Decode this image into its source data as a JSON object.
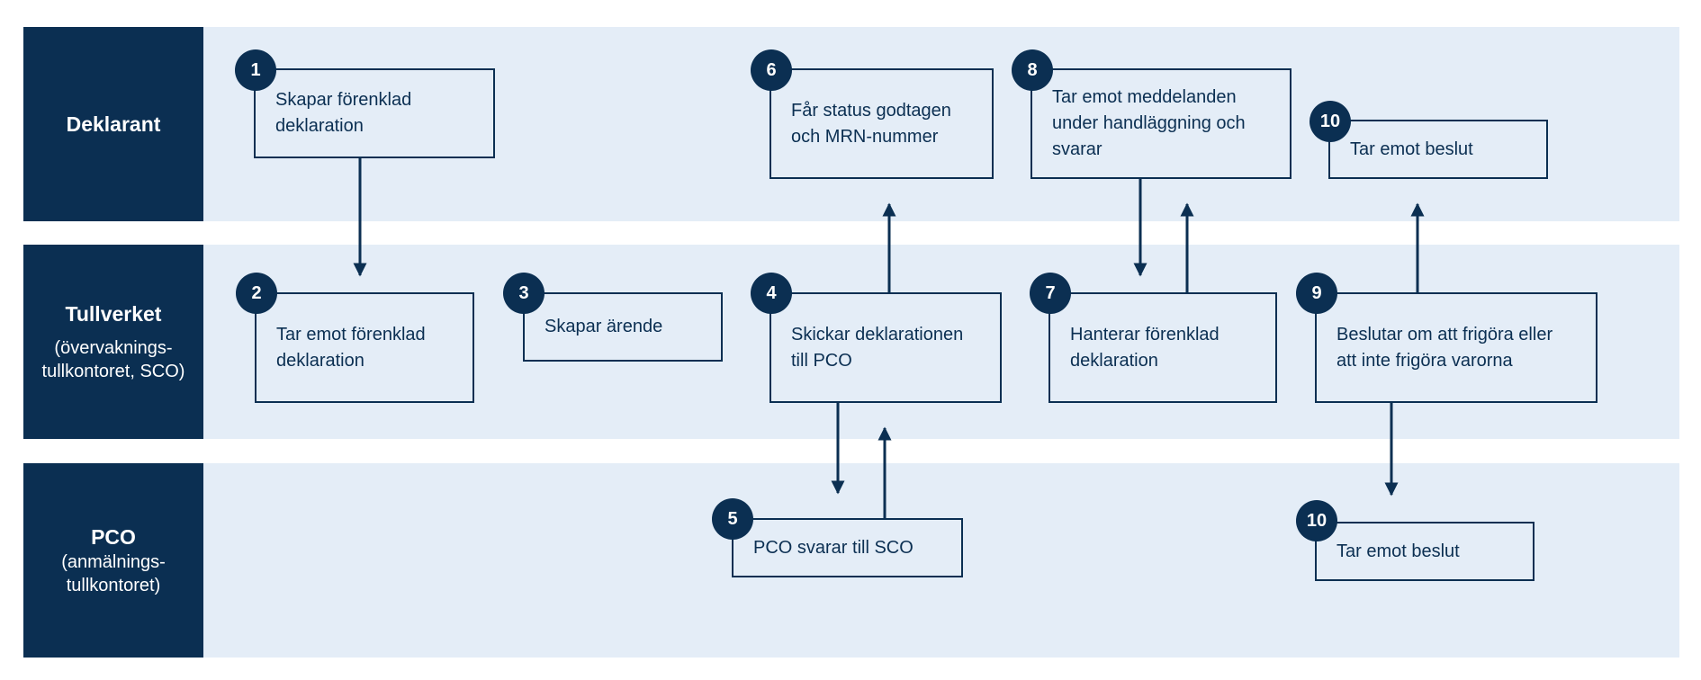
{
  "lanes": [
    {
      "title": "Deklarant",
      "subtitle": ""
    },
    {
      "title": "Tullverket",
      "subtitle": "(övervaknings-\ntullkontoret, SCO)"
    },
    {
      "title": "PCO",
      "subtitle": "(anmälnings-\ntullkontoret)"
    }
  ],
  "steps": [
    {
      "number": "1",
      "text": "Skapar förenklad\ndeklaration",
      "lane": "Deklarant"
    },
    {
      "number": "2",
      "text": "Tar emot förenklad\ndeklaration",
      "lane": "Tullverket"
    },
    {
      "number": "3",
      "text": "Skapar ärende",
      "lane": "Tullverket"
    },
    {
      "number": "4",
      "text": "Skickar deklarationen\ntill PCO",
      "lane": "Tullverket"
    },
    {
      "number": "5",
      "text": "PCO svarar till SCO",
      "lane": "PCO"
    },
    {
      "number": "6",
      "text": "Får status godtagen\noch MRN-nummer",
      "lane": "Deklarant"
    },
    {
      "number": "7",
      "text": "Hanterar förenklad\ndeklaration",
      "lane": "Tullverket"
    },
    {
      "number": "8",
      "text": "Tar emot meddelanden\nunder handläggning och\nsvarar",
      "lane": "Deklarant"
    },
    {
      "number": "9",
      "text": "Beslutar om att frigöra eller\natt inte frigöra varorna",
      "lane": "Tullverket"
    },
    {
      "number": "10",
      "text": "Tar emot beslut",
      "lane": "Deklarant"
    },
    {
      "number": "10",
      "text": "Tar emot beslut",
      "lane": "PCO"
    }
  ],
  "connections": [
    {
      "from": "1",
      "to": "2"
    },
    {
      "from": "4",
      "to": "5"
    },
    {
      "from": "5",
      "to": "4"
    },
    {
      "from": "4",
      "to": "6"
    },
    {
      "from": "8",
      "to": "7"
    },
    {
      "from": "7",
      "to": "8"
    },
    {
      "from": "9",
      "to": "10"
    },
    {
      "from": "9",
      "to": "10"
    }
  ],
  "colors": {
    "dark": "#0b2f52",
    "lane": "#e4edf7",
    "background": "#ffffff"
  }
}
